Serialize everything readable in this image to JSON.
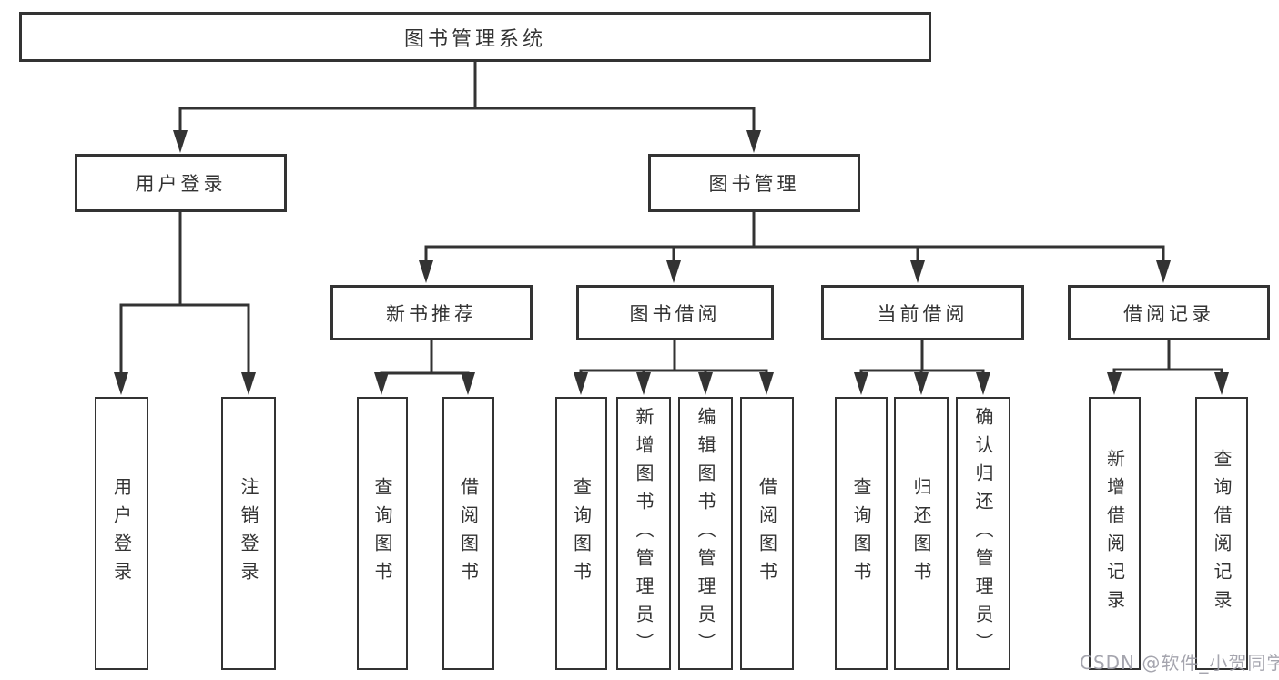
{
  "diagram": {
    "root": {
      "label": "图书管理系统"
    },
    "level2": [
      {
        "id": "user-login",
        "label": "用户登录"
      },
      {
        "id": "book-management",
        "label": "图书管理"
      }
    ],
    "level3": [
      {
        "id": "new-book-recommend",
        "label": "新书推荐"
      },
      {
        "id": "book-borrowing",
        "label": "图书借阅"
      },
      {
        "id": "current-borrowing",
        "label": "当前借阅"
      },
      {
        "id": "borrowing-records",
        "label": "借阅记录"
      }
    ],
    "leaves": [
      {
        "id": "user-login-leaf",
        "label": "用户登录",
        "parent": "用户登录"
      },
      {
        "id": "logout",
        "label": "注销登录",
        "parent": "用户登录"
      },
      {
        "id": "query-books-recommend",
        "label": "查询图书",
        "parent": "新书推荐"
      },
      {
        "id": "borrow-books-recommend",
        "label": "借阅图书",
        "parent": "新书推荐"
      },
      {
        "id": "query-books-borrow",
        "label": "查询图书",
        "parent": "图书借阅"
      },
      {
        "id": "add-books-admin",
        "label": "新增图书（管理员）",
        "parent": "图书借阅"
      },
      {
        "id": "edit-books-admin",
        "label": "编辑图书（管理员）",
        "parent": "图书借阅"
      },
      {
        "id": "borrow-books",
        "label": "借阅图书",
        "parent": "图书借阅"
      },
      {
        "id": "query-books-current",
        "label": "查询图书",
        "parent": "当前借阅"
      },
      {
        "id": "return-books",
        "label": "归还图书",
        "parent": "当前借阅"
      },
      {
        "id": "confirm-return-admin",
        "label": "确认归还（管理员）",
        "parent": "当前借阅"
      },
      {
        "id": "add-borrow-record",
        "label": "新增借阅记录",
        "parent": "借阅记录"
      },
      {
        "id": "query-borrow-record",
        "label": "查询借阅记录",
        "parent": "借阅记录"
      }
    ],
    "watermark": "CSDN @软件_小贺同学",
    "colors": {
      "line": "#333333",
      "border": "#333333",
      "text": "#333333",
      "background": "#ffffff",
      "watermark": "#9c9ca6"
    }
  }
}
